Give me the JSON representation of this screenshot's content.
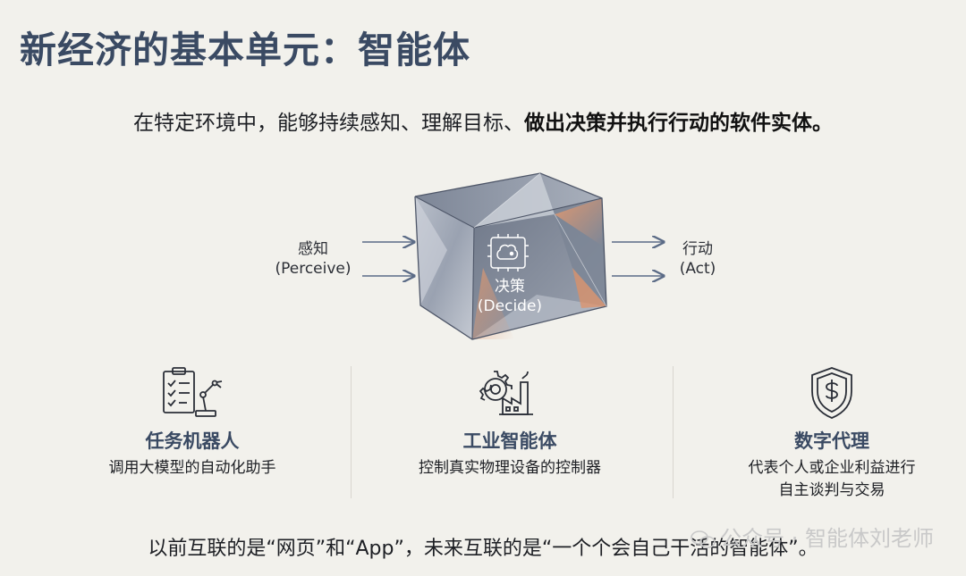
{
  "title": "新经济的基本单元：智能体",
  "definition": {
    "normal": "在特定环境中，能够持续感知、理解目标、",
    "bold": "做出决策并执行行动的软件实体。"
  },
  "diagram": {
    "input_label_cn": "感知",
    "input_label_en": "(Perceive)",
    "core_label_cn": "决策",
    "core_label_en": "(Decide)",
    "output_label_cn": "行动",
    "output_label_en": "(Act)"
  },
  "columns": [
    {
      "icon": "robot-arm-checklist-icon",
      "heading": "任务机器人",
      "desc": "调用大模型的自动化助手"
    },
    {
      "icon": "gear-factory-icon",
      "heading": "工业智能体",
      "desc": "控制真实物理设备的控制器"
    },
    {
      "icon": "shield-dollar-icon",
      "heading": "数字代理",
      "desc": "代表个人或企业利益进行\n自主谈判与交易"
    }
  ],
  "footer": "以前互联的是“网页”和“App”，未来互联的是“一个个会自己干活的智能体”。",
  "watermark": "公众号 · 智能体刘老师",
  "colors": {
    "heading": "#3a4a63",
    "accent_orange": "#e08a5a",
    "cube_gray": "#8a93a3",
    "background": "#f2f1ec"
  }
}
